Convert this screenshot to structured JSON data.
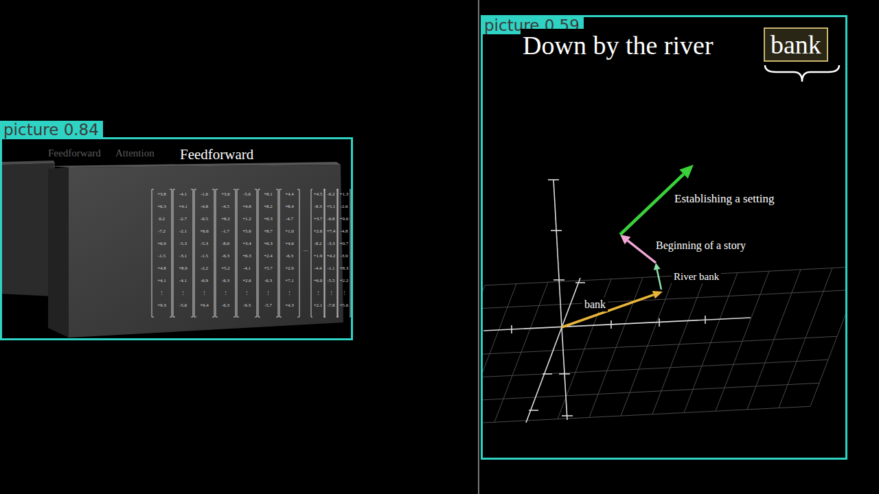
{
  "diagram": {
    "nodes": [
      {
        "text": [
          "picture 0.84"
        ]
      },
      {
        "text": [
          "Feedforward"
        ],
        "in": 0
      },
      {
        "text": [
          "picture 0.59"
        ]
      },
      {
        "text": [
          "bank"
        ],
        "in": 2
      }
    ],
    "labels": [
      "Feedforward",
      "Attention",
      "+3.8",
      "+6.3",
      "0.2",
      "-7.2",
      "+6.9",
      "-1.5",
      "+4.8",
      "+4.1",
      "⋮",
      "+9.3",
      "-4.1",
      "+4.1",
      "-2.7",
      "-2.1",
      "-5.3",
      "-3.1",
      "+8.9",
      "-4.1",
      "⋮",
      "-5.0",
      "-1.6",
      "-4.8",
      "-0.5",
      "+6.6",
      "-5.3",
      "-1.5",
      "-2.2",
      "-6.9",
      "⋮",
      "+9.4",
      "+3.6",
      "-4.5",
      "+8.2",
      "-1.7",
      "-8.0",
      "-6.3",
      "+5.2",
      "-6.3",
      "⋮",
      "-6.3",
      "-5.6",
      "+4.8",
      "+1.2",
      "+5.6",
      "+3.4",
      "+6.3",
      "-4.1",
      "+2.6",
      "⋮",
      "-9.3",
      "+8.1",
      "+8.2",
      "+6.3",
      "+8.7",
      "+6.3",
      "+2.4",
      "+5.7",
      "-6.3",
      "⋮",
      "-5.7",
      "+4.4",
      "+8.4",
      "-4.7",
      "+1.0",
      "+4.6",
      "-6.3",
      "+2.9",
      "+7.1",
      "⋮",
      "+4.3",
      "...",
      "+4.5",
      "-8.3",
      "+3.7",
      "+2.6",
      "-8.2",
      "+1.9",
      "-4.4",
      "+6.0",
      "⋮",
      "+2.1",
      "-6.2",
      "+5.1",
      "-0.8",
      "+7.4",
      "-3.3",
      "+4.2",
      "-1.1",
      "-5.5",
      "⋮",
      "-7.8",
      "+1.3",
      "-2.6",
      "+9.0",
      "-4.8",
      "+0.7",
      "-3.9",
      "+8.3",
      "+2.2",
      "⋮",
      "+5.6",
      "Down by the river",
      "Establishing a setting",
      "Beginning of a story",
      "River bank",
      "bank"
    ]
  }
}
